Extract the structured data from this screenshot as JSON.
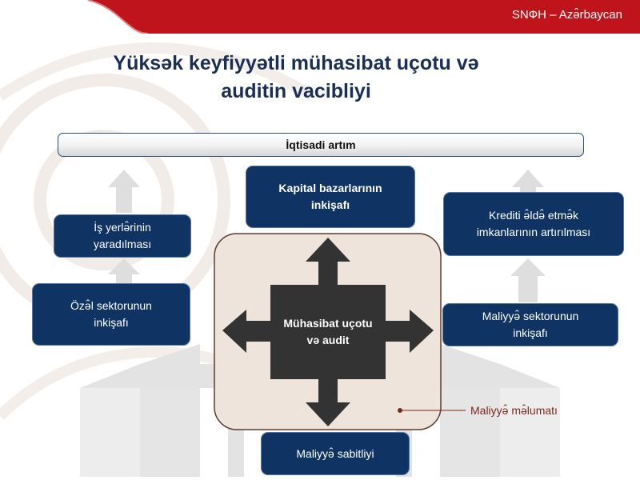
{
  "header": {
    "brand": "SNФH – Azə̂rbaycan"
  },
  "title": {
    "line1": "Yüksək keyfiyyətli mühasibat uçotu və",
    "line2": "auditin vacibliyi"
  },
  "top_bar": {
    "label": "İqtisadi artım"
  },
  "left_column": {
    "top_box": "İş yerlə̂rinin\nyaradılması",
    "bottom_box": "Özə̂l sektorunun\ninkişafı"
  },
  "center": {
    "top_box": "Kapital bazarlarının\ninkişafı",
    "core": "Mühasibat uçotu\nvə audit",
    "bottom_box": "Maliyyə̂ sabitliyi"
  },
  "right_column": {
    "top_box": "Krediti ə̂ldə̂ etmə̂k\nimkanlarının artırılması",
    "bottom_box": "Maliyyə̂ sektorunun\ninkişafı"
  },
  "callout": {
    "label": "Maliyyə̂ mə̂lumatı"
  },
  "colors": {
    "header_red": "#c0141c",
    "navy_box": "#0f3463",
    "core_dark": "#333333",
    "center_panel": "#eee4dc",
    "callout_brown": "#7a2a1c",
    "arrow_gray": "#e3e3e3"
  }
}
